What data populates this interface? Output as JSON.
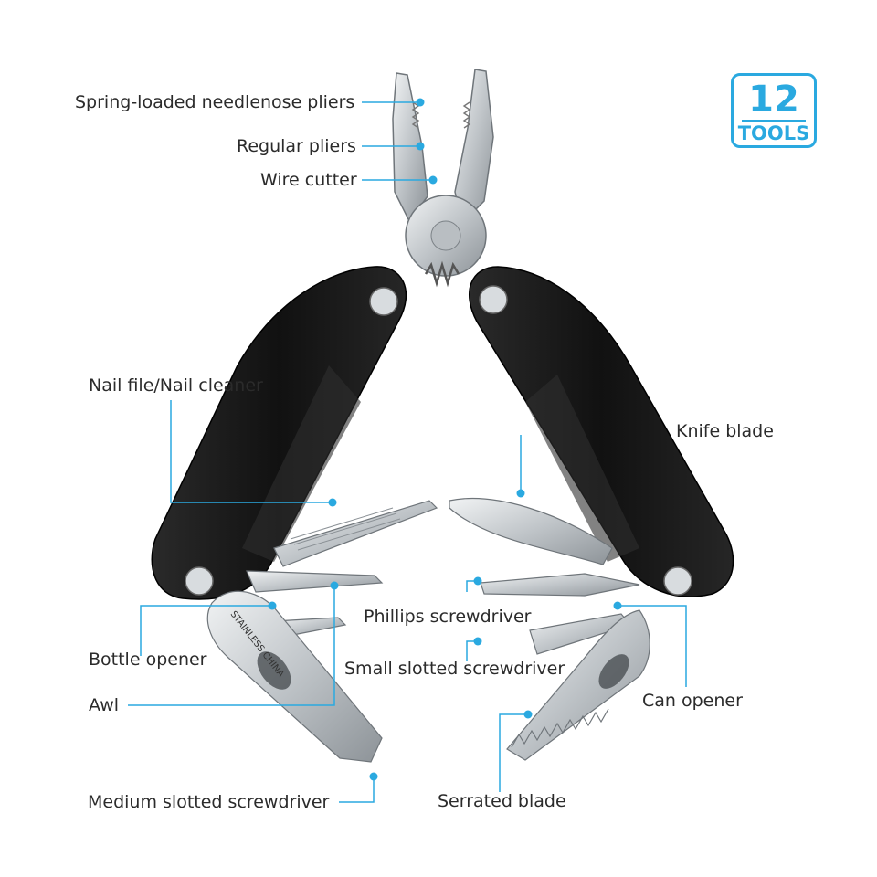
{
  "badge": {
    "number": "12",
    "text": "TOOLS"
  },
  "colors": {
    "accent": "#2aa9e0",
    "handle": "#151515",
    "steel": "#c9cdd1",
    "label": "#2b2b2b"
  },
  "engraving": {
    "left_tool": "STAINLESS CHINA"
  },
  "labels": {
    "needlenose": "Spring-loaded needlenose pliers",
    "regular_pliers": "Regular pliers",
    "wire_cutter": "Wire cutter",
    "nail_file": "Nail file/Nail cleaner",
    "knife_blade": "Knife blade",
    "phillips": "Phillips screwdriver",
    "bottle_opener": "Bottle opener",
    "small_slotted": "Small  slotted screwdriver",
    "awl": "Awl",
    "can_opener": "Can opener",
    "medium_slotted": "Medium  slotted screwdriver",
    "serrated": "Serrated blade"
  }
}
